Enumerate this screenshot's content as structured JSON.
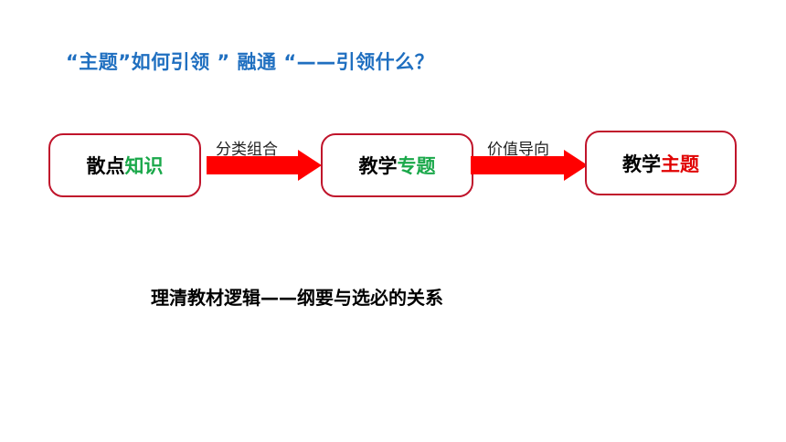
{
  "title": "“主题”如何引领 ” 融通 “——引领什么？",
  "nodes": [
    {
      "prefix": "散点",
      "highlight": "知识"
    },
    {
      "prefix": "教学",
      "highlight": "专题"
    },
    {
      "prefix": "教学",
      "highlight": "主题"
    }
  ],
  "edges": [
    {
      "label": "分类组合"
    },
    {
      "label": "价值导向"
    }
  ],
  "subheading": "理清教材逻辑——纲要与选必的关系",
  "colors": {
    "title": "#1f6fc0",
    "node_border": "#c0142b",
    "highlight_green": "#1aa84a",
    "highlight_red": "#e00000",
    "arrow": "#ff0000"
  }
}
